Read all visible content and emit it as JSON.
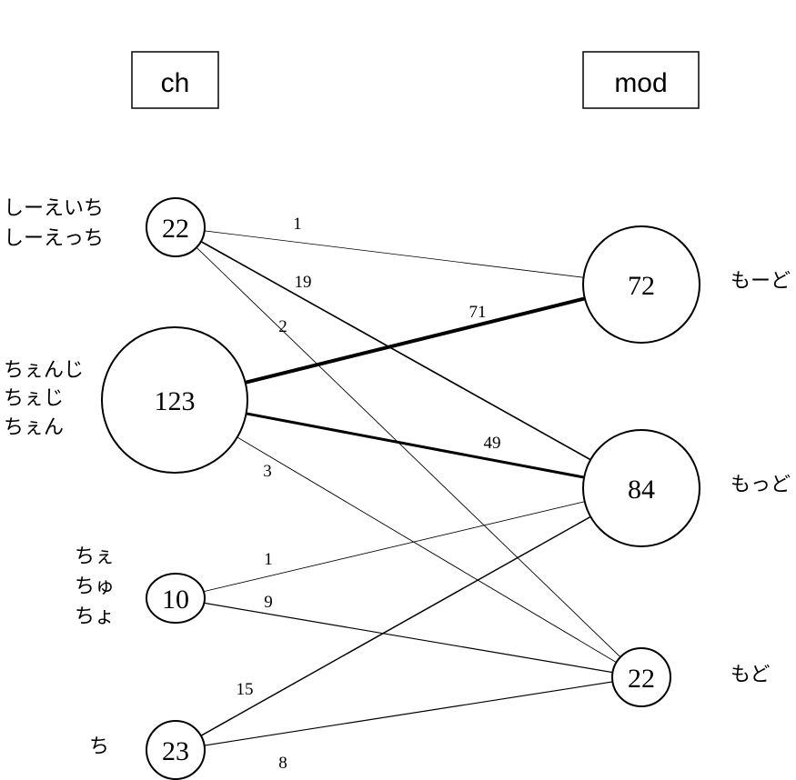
{
  "headers": {
    "left": "ch",
    "right": "mod"
  },
  "left_nodes": [
    {
      "id": "L1",
      "count": "22",
      "labels": [
        "しーえいち",
        "しーえっち"
      ]
    },
    {
      "id": "L2",
      "count": "123",
      "labels": [
        "ちぇんじ",
        "ちぇじ",
        "ちぇん"
      ]
    },
    {
      "id": "L3",
      "count": "10",
      "labels": [
        "ちぇ",
        "ちゅ",
        "ちょ"
      ]
    },
    {
      "id": "L4",
      "count": "23",
      "labels": [
        "ち"
      ]
    }
  ],
  "right_nodes": [
    {
      "id": "R1",
      "count": "72",
      "labels": [
        "もーど"
      ]
    },
    {
      "id": "R2",
      "count": "84",
      "labels": [
        "もっど"
      ]
    },
    {
      "id": "R3",
      "count": "22",
      "labels": [
        "もど"
      ]
    }
  ],
  "edges": [
    {
      "from": "L1",
      "to": "R1",
      "weight": "1"
    },
    {
      "from": "L1",
      "to": "R2",
      "weight": "19"
    },
    {
      "from": "L1",
      "to": "R3",
      "weight": "2"
    },
    {
      "from": "L2",
      "to": "R1",
      "weight": "71"
    },
    {
      "from": "L2",
      "to": "R2",
      "weight": "49"
    },
    {
      "from": "L2",
      "to": "R3",
      "weight": "3"
    },
    {
      "from": "L3",
      "to": "R2",
      "weight": "1"
    },
    {
      "from": "L3",
      "to": "R3",
      "weight": "9"
    },
    {
      "from": "L4",
      "to": "R2",
      "weight": "15"
    },
    {
      "from": "L4",
      "to": "R3",
      "weight": "8"
    }
  ]
}
